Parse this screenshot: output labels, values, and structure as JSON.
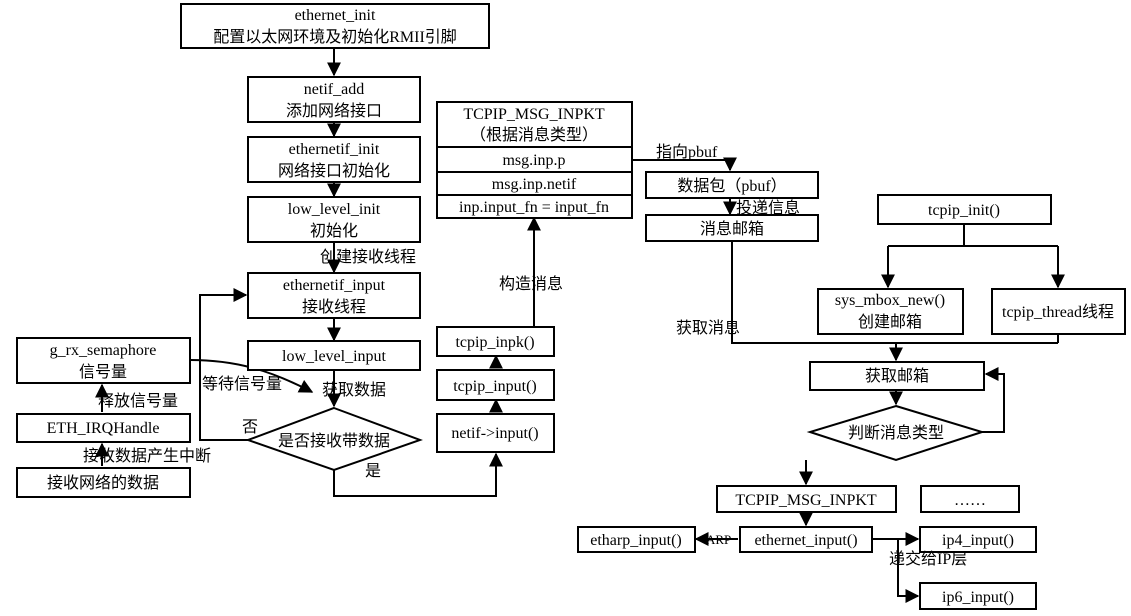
{
  "init_chain": {
    "ethernet_init": {
      "line1": "ethernet_init",
      "line2": "配置以太网环境及初始化RMII引脚"
    },
    "netif_add": {
      "line1": "netif_add",
      "line2": "添加网络接口"
    },
    "ethernetif_init": {
      "line1": "ethernetif_init",
      "line2": "网络接口初始化"
    },
    "low_level_init": {
      "line1": "low_level_init",
      "line2": "初始化"
    },
    "create_rx_thread_label": "创建接收线程",
    "ethernetif_input": {
      "line1": "ethernetif_input",
      "line2": "接收线程"
    },
    "low_level_input": "low_level_input",
    "get_data_label": "获取数据",
    "decision": "是否接收带数据",
    "no_label": "否",
    "yes_label": "是"
  },
  "semaphore": {
    "g_rx_semaphore": {
      "line1": "g_rx_semaphore",
      "line2": "信号量"
    },
    "wait_label": "等待信号量",
    "release_label": "释放信号量",
    "irq_handler": "ETH_IRQHandle",
    "interrupt_label": "接收数据产生中断",
    "receive_data": "接收网络的数据"
  },
  "input_path": {
    "netif_input": "netif->input()",
    "tcpip_input": "tcpip_input()",
    "tcpip_inpk": "tcpip_inpk()",
    "build_msg_label": "构造消息"
  },
  "msg_struct": {
    "title_line1": "TCPIP_MSG_INPKT",
    "title_line2": "（根据消息类型）",
    "field1": "msg.inp.p",
    "field2": "msg.inp.netif",
    "field3": "inp.input_fn = input_fn",
    "points_to_label": "指向pbuf"
  },
  "mailbox": {
    "pbuf": "数据包（pbuf）",
    "post_label": "投递信息",
    "mbox": "消息邮箱",
    "fetch_msg_label": "获取消息"
  },
  "tcpip_thread": {
    "tcpip_init": "tcpip_init()",
    "sys_mbox_new": {
      "line1": "sys_mbox_new()",
      "line2": "创建邮箱"
    },
    "tcpip_thread": "tcpip_thread线程",
    "fetch_mbox": "获取邮箱",
    "judge_type": "判断消息类型",
    "msg_inpkt": "TCPIP_MSG_INPKT",
    "ellipsis": "……",
    "ethernet_input": "ethernet_input()",
    "arp_label": "ARP",
    "etharp_input": "etharp_input()",
    "deliver_ip_label": "递交给IP层",
    "ip4_input": "ip4_input()",
    "ip6_input": "ip6_input()"
  }
}
